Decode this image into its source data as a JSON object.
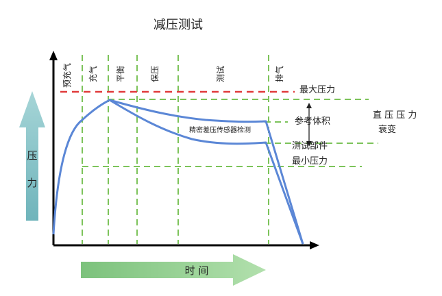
{
  "title": "减压测试",
  "phases": [
    "预充气",
    "充气",
    "平衡",
    "保压",
    "测试",
    "排气"
  ],
  "labels": {
    "max_pressure": "最大压力",
    "min_pressure": "最小压力",
    "reference_volume": "参考体积",
    "test_part": "测试部件",
    "decay_line1": "直 压 压 力",
    "decay_line2": "衰变",
    "sensor": "精密差压传感器检测"
  },
  "axes": {
    "y_label_1": "压",
    "y_label_2": "力",
    "x_label": "时 间"
  },
  "colors": {
    "curve": "#5b87d6",
    "max_line": "#e03a3a",
    "guide": "#7cc35a",
    "pressure_arrow": "#8cc3c6",
    "time_arrow": "#8fd08e"
  }
}
